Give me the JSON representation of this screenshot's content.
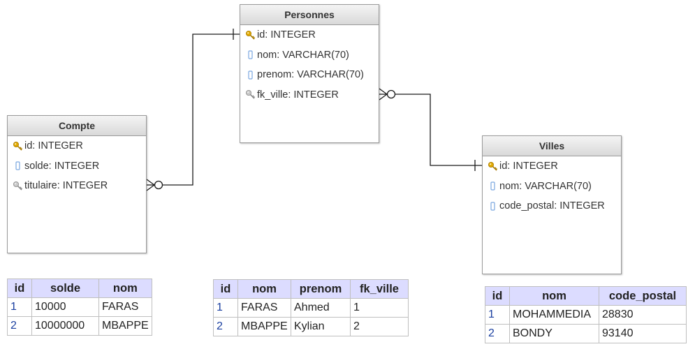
{
  "entities": {
    "personnes": {
      "title": "Personnes",
      "fields": [
        {
          "label": "id: INTEGER",
          "icon": "primary-key-icon"
        },
        {
          "label": "nom: VARCHAR(70)",
          "icon": "column-icon"
        },
        {
          "label": "prenom: VARCHAR(70)",
          "icon": "column-icon"
        },
        {
          "label": "fk_ville: INTEGER",
          "icon": "foreign-key-icon"
        }
      ]
    },
    "compte": {
      "title": "Compte",
      "fields": [
        {
          "label": "id: INTEGER",
          "icon": "primary-key-icon"
        },
        {
          "label": "solde: INTEGER",
          "icon": "column-icon"
        },
        {
          "label": "titulaire: INTEGER",
          "icon": "foreign-key-icon"
        }
      ]
    },
    "villes": {
      "title": "Villes",
      "fields": [
        {
          "label": "id: INTEGER",
          "icon": "primary-key-icon"
        },
        {
          "label": "nom: VARCHAR(70)",
          "icon": "column-icon"
        },
        {
          "label": "code_postal: INTEGER",
          "icon": "column-icon"
        }
      ]
    }
  },
  "tables": {
    "compte": {
      "headers": [
        "id",
        "solde",
        "nom"
      ],
      "rows": [
        [
          "1",
          "10000",
          "FARAS"
        ],
        [
          "2",
          "10000000",
          "MBAPPE"
        ]
      ]
    },
    "personnes": {
      "headers": [
        "id",
        "nom",
        "prenom",
        "fk_ville"
      ],
      "rows": [
        [
          "1",
          "FARAS",
          "Ahmed",
          "1"
        ],
        [
          "2",
          "MBAPPE",
          "Kylian",
          "2"
        ]
      ]
    },
    "villes": {
      "headers": [
        "id",
        "nom",
        "code_postal"
      ],
      "rows": [
        [
          "1",
          "MOHAMMEDIA",
          "28830"
        ],
        [
          "2",
          "BONDY",
          "93140"
        ]
      ]
    }
  },
  "colors": {
    "key_gold": "#e0a800",
    "key_gray": "#9a9a9a",
    "column_blue": "#7aa7e0",
    "header_bg": "#dcdcff",
    "id_text": "#1a3fa0"
  }
}
